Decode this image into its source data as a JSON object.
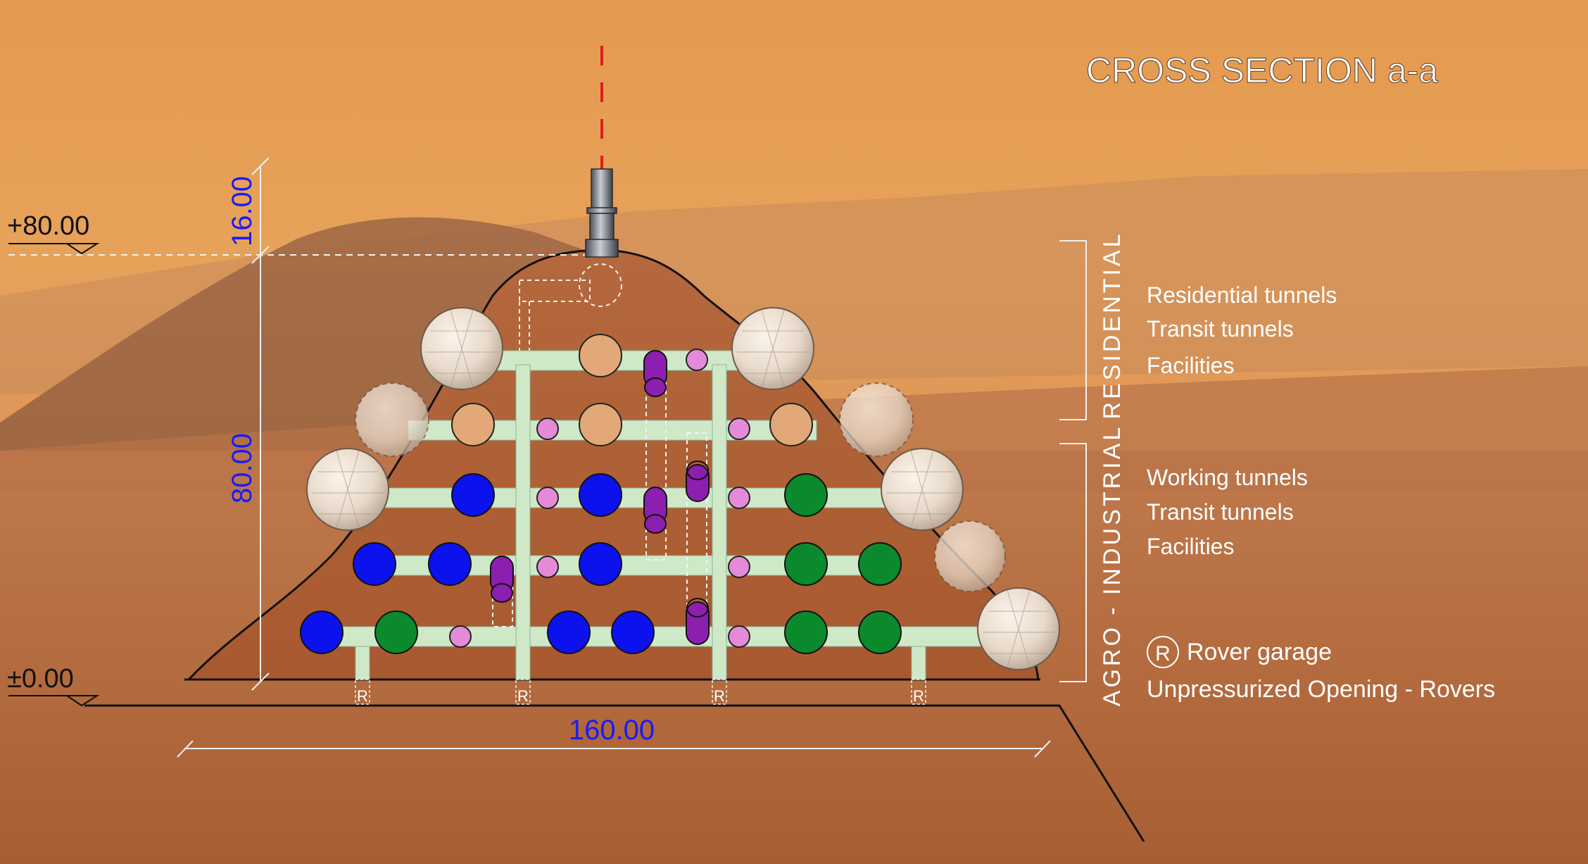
{
  "title": "CROSS SECTION a-a",
  "elevations": {
    "top": "+80.00",
    "ground": "±0.00"
  },
  "dimensions": {
    "width": "160.00",
    "height": "80.00",
    "top_height": "16.00"
  },
  "zones": {
    "upper": "RESIDENTIAL",
    "lower": "AGRO - INDUSTRIAL"
  },
  "legend": {
    "residential": [
      "Residential tunnels",
      "Transit tunnels",
      "Facilities"
    ],
    "industrial": [
      "Working tunnels",
      "Transit tunnels",
      "Facilities"
    ],
    "rover_symbol": "R",
    "rover_garage": "Rover garage",
    "opening": "Unpressurized Opening - Rovers"
  },
  "rover_marker": "R",
  "colors": {
    "sky": "#e39a50",
    "ground": "#b86a3a",
    "tunnel": "#cfe8c8",
    "residential_room": "#e2a877",
    "working_room": "#0b12ee",
    "agri_room": "#0a8a2c",
    "facility": "#e58ad8",
    "elevator": "#8c1fb0",
    "dimension_text": "#1a1aff",
    "axis_line": "#e11d1d"
  }
}
